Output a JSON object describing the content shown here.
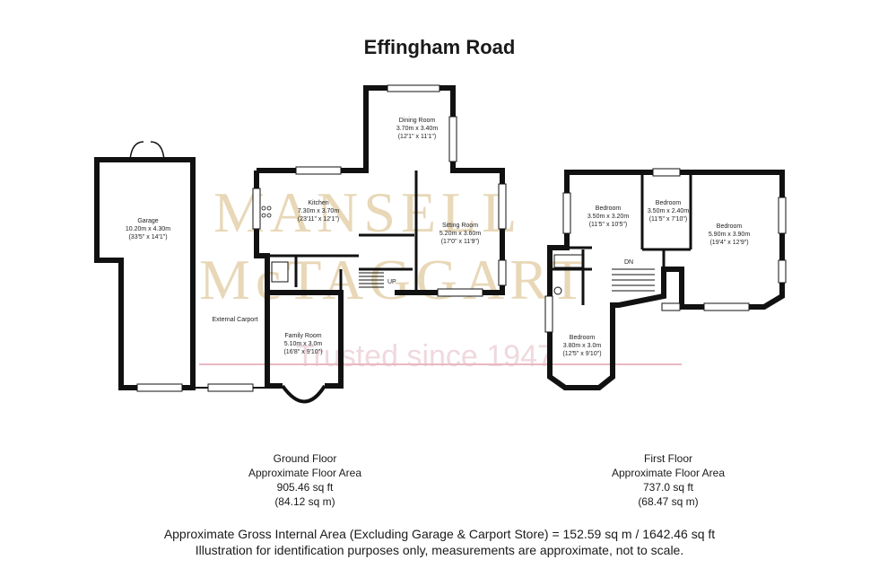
{
  "title": "Effingham Road",
  "watermark": {
    "line1": "MANSELL",
    "line2": "McTAGGART",
    "line3": "Trusted since 1947"
  },
  "rooms": {
    "garage": {
      "name": "Garage",
      "metric": "10.20m x 4.30m",
      "imperial": "(33'5\" x 14'1\")"
    },
    "carport": {
      "name": "External Carport"
    },
    "kitchen": {
      "name": "Kitchen",
      "metric": "7.30m x 3.70m",
      "imperial": "(23'11\" x 12'1\")"
    },
    "dining": {
      "name": "Dining Room",
      "metric": "3.70m x 3.40m",
      "imperial": "(12'1\" x 11'1\")"
    },
    "sitting": {
      "name": "Sitting Room",
      "metric": "5.20m x 3.60m",
      "imperial": "(17'0\" x 11'9\")"
    },
    "family": {
      "name": "Family Room",
      "metric": "5.10m x 3.0m",
      "imperial": "(16'8\" x 9'10\")"
    },
    "bed1": {
      "name": "Bedroom",
      "metric": "3.50m x 3.20m",
      "imperial": "(11'5\" x 10'5\")"
    },
    "bed2": {
      "name": "Bedroom",
      "metric": "3.50m x 2.40m",
      "imperial": "(11'5\" x 7'10\")"
    },
    "bed3": {
      "name": "Bedroom",
      "metric": "5.90m x 3.90m",
      "imperial": "(19'4\" x 12'9\")"
    },
    "bed4": {
      "name": "Bedroom",
      "metric": "3.80m x 3.0m",
      "imperial": "(12'5\" x 9'10\")"
    }
  },
  "stairs": {
    "up": "UP",
    "down": "DN"
  },
  "ground_floor": {
    "name": "Ground Floor",
    "area_label": "Approximate Floor Area",
    "sqft": "905.46 sq ft",
    "sqm": "(84.12 sq m)"
  },
  "first_floor": {
    "name": "First Floor",
    "area_label": "Approximate Floor Area",
    "sqft": "737.0 sq ft",
    "sqm": "(68.47 sq m)"
  },
  "footer": {
    "line1": "Approximate Gross Internal Area (Excluding Garage & Carport Store) = 152.59 sq m / 1642.46 sq ft",
    "line2": "Illustration for identification purposes only, measurements are approximate, not to scale."
  },
  "colors": {
    "wall": "#111111",
    "window": "#ffffff",
    "watermark_gold": "#e8d8b8",
    "watermark_red": "#e9b9c3"
  }
}
